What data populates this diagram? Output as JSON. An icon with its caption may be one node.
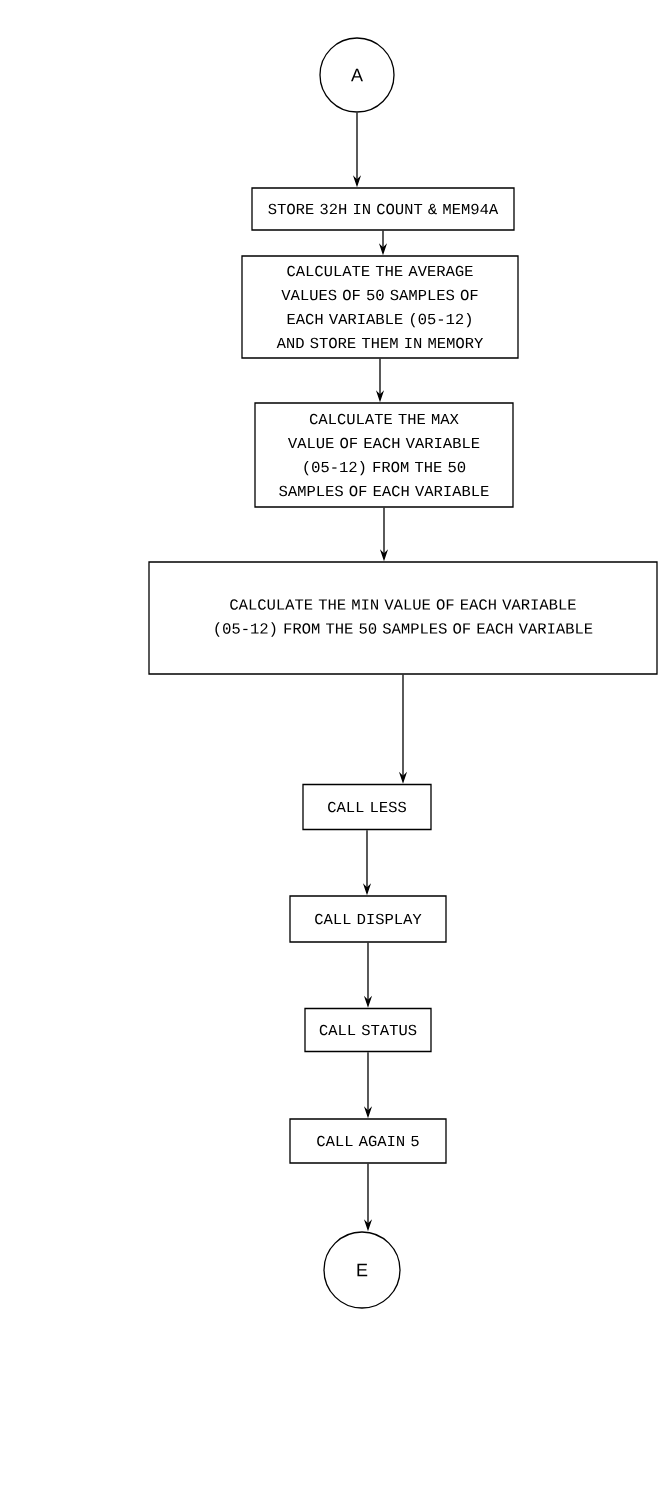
{
  "diagram": {
    "nodes": [
      {
        "text": [
          "A"
        ]
      },
      {
        "text": [
          "STORE 32H IN COUNT & MEM94A"
        ]
      },
      {
        "text": [
          "CALCULATE THE AVERAGE VALUES OF 50 SAMPLES OF EACH VARIABLE (05-12) AND STORE THEM IN MEMORY"
        ]
      },
      {
        "text": [
          "CALCULATE THE MAX VALUE OF EACH VARIABLE (05-12) FROM THE 50 SAMPLES OF EACH VARIABLE"
        ]
      },
      {
        "text": [
          "CALCULATE THE MIN VALUE OF EACH VARIABLE (05-12) FROM THE 50 SAMPLES OF EACH VARIABLE"
        ]
      },
      {
        "text": [
          "CALL LESS"
        ]
      },
      {
        "text": [
          "CALL DISPLAY"
        ]
      },
      {
        "text": [
          "CALL STATUS"
        ]
      },
      {
        "text": [
          "CALL AGAIN 5"
        ]
      },
      {
        "text": [
          "E"
        ]
      }
    ],
    "edges": [
      {
        "from": 0,
        "to": 1,
        "arrow": "to"
      },
      {
        "from": 1,
        "to": 2,
        "arrow": "to"
      },
      {
        "from": 2,
        "to": 3,
        "arrow": "to"
      },
      {
        "from": 3,
        "to": 4,
        "arrow": "to"
      },
      {
        "from": 4,
        "to": 5,
        "arrow": "to"
      },
      {
        "from": 5,
        "to": 6,
        "arrow": "to"
      },
      {
        "from": 6,
        "to": 7,
        "arrow": "to"
      },
      {
        "from": 7,
        "to": 8,
        "arrow": "to"
      },
      {
        "from": 8,
        "to": 9,
        "arrow": "to"
      }
    ]
  }
}
